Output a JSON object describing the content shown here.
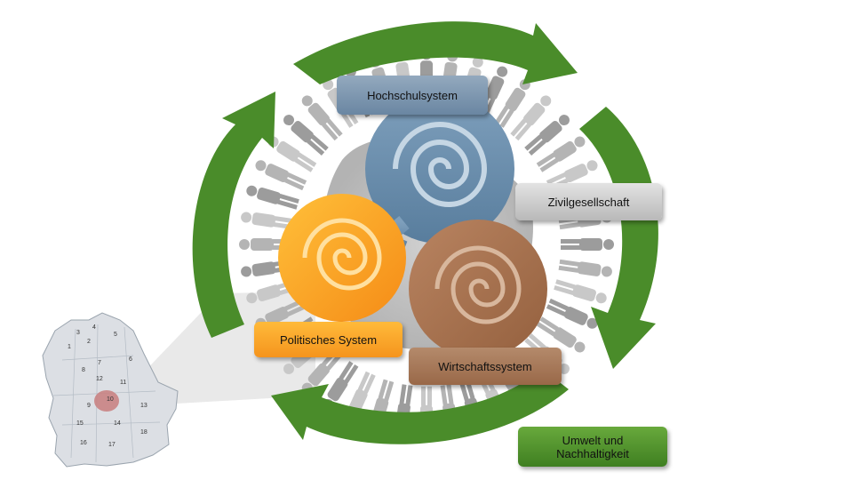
{
  "diagram": {
    "boxes": {
      "hochschulsystem": "Hochschulsystem",
      "zivilgesellschaft": "Zivilgesellschaft",
      "politisches_system": "Politisches System",
      "wirtschaftssystem": "Wirtschaftssystem",
      "umwelt": "Umwelt und\nNachhaltigkeit"
    },
    "map_labels": [
      "1",
      "2",
      "3",
      "4",
      "5",
      "6",
      "7",
      "8",
      "9",
      "10",
      "11",
      "12",
      "13",
      "14",
      "15",
      "16",
      "17",
      "18"
    ],
    "highlighted_region": "10",
    "colors": {
      "green_arrow": "#4a8c2a",
      "blue_spiral": "#6b8fad",
      "orange_spiral": "#f7a021",
      "brown_spiral": "#a8714e",
      "gray_box": "#c8c8c8",
      "map_highlight": "#c87e7e"
    }
  }
}
